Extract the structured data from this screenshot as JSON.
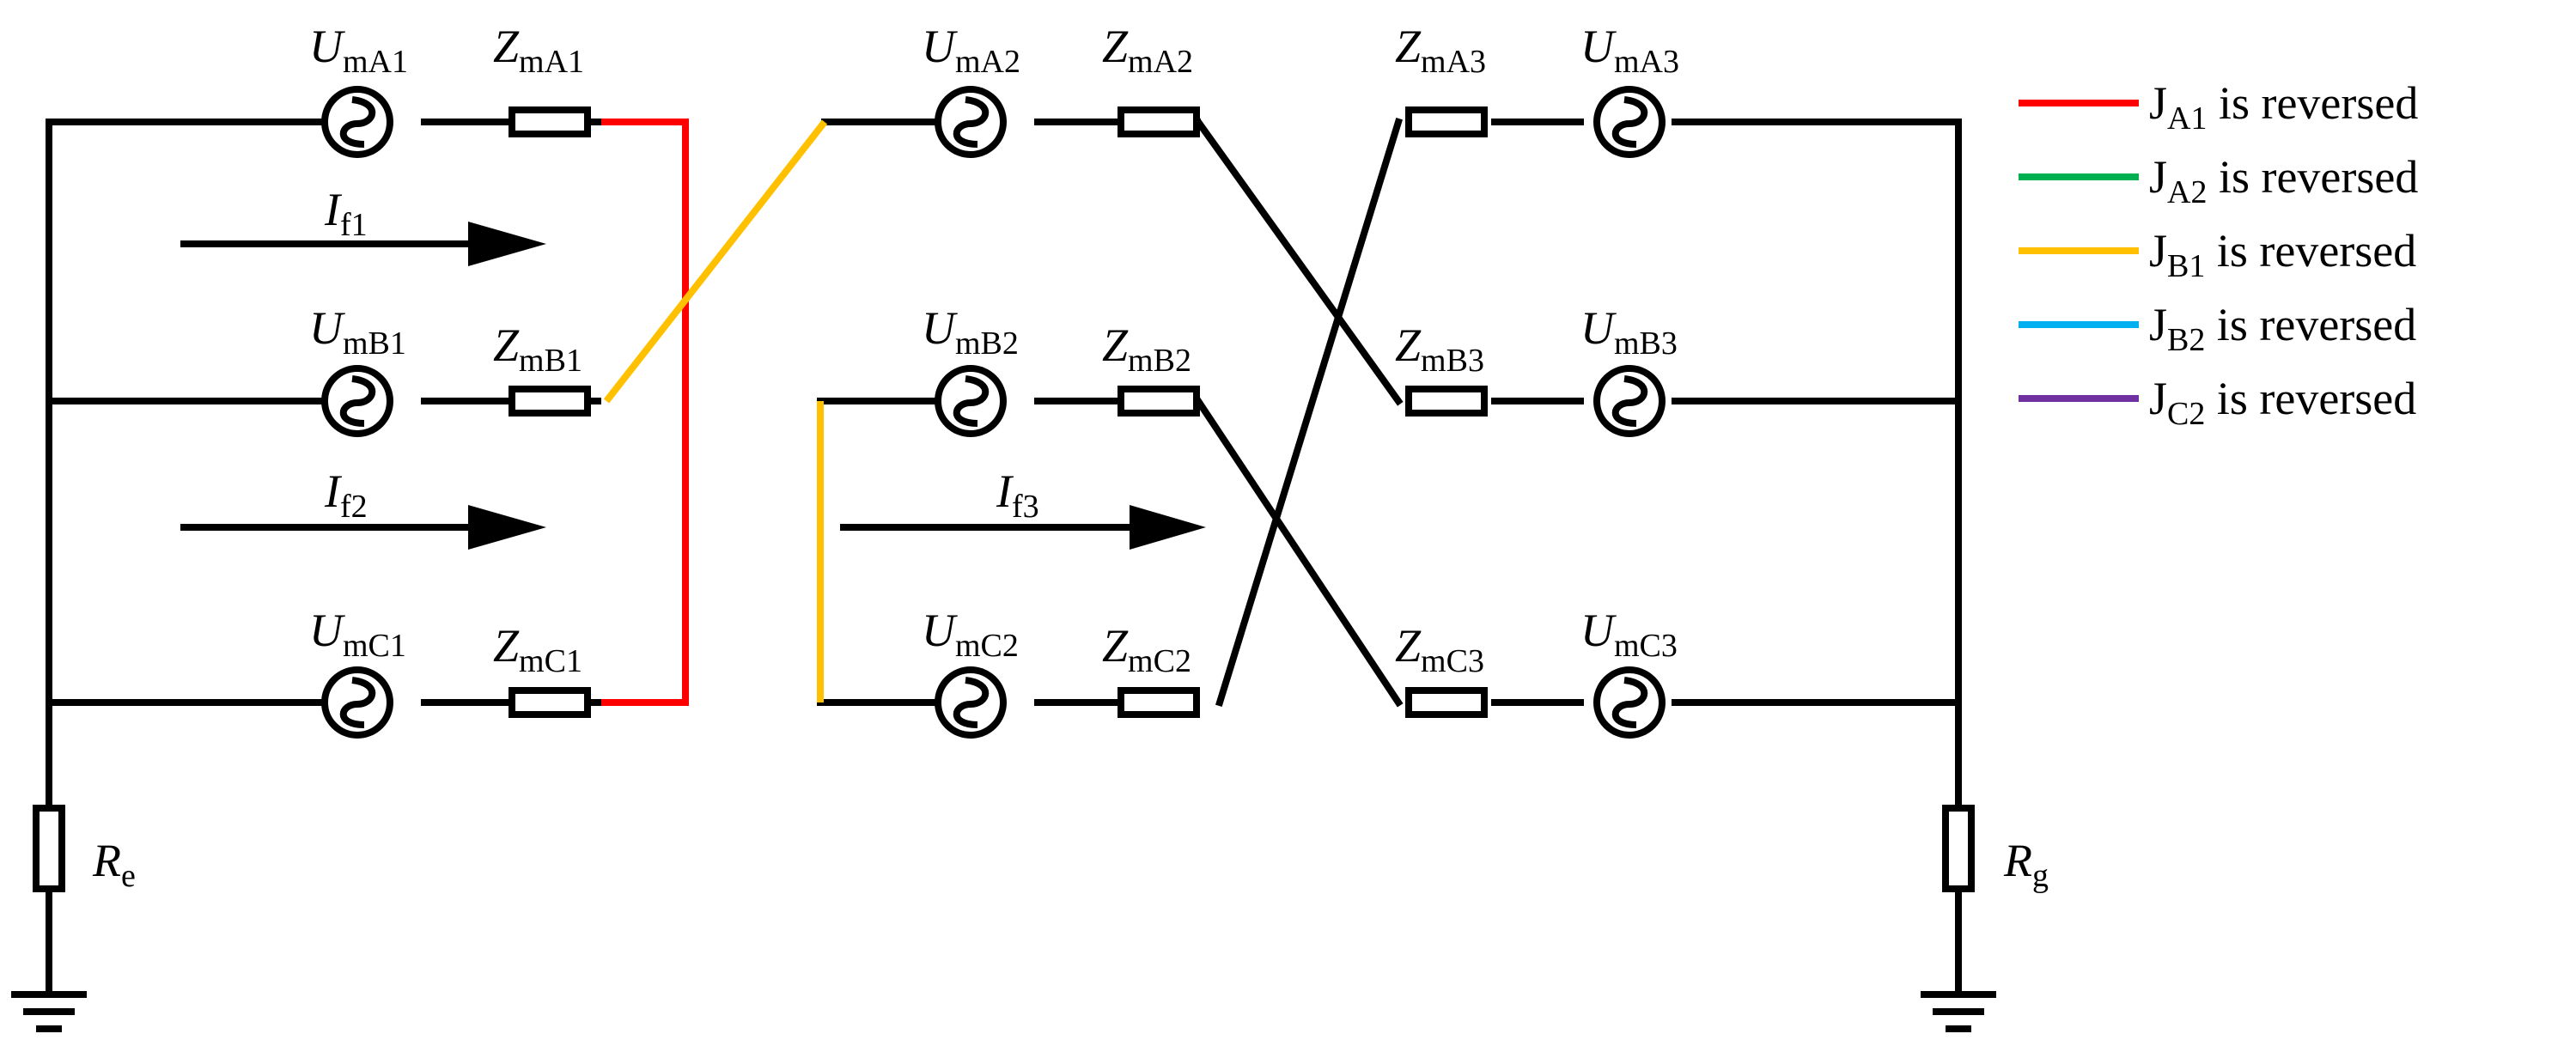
{
  "sources": [
    {
      "id": "UmA1",
      "base": "U",
      "sub": "mA1"
    },
    {
      "id": "UmB1",
      "base": "U",
      "sub": "mB1"
    },
    {
      "id": "UmC1",
      "base": "U",
      "sub": "mC1"
    },
    {
      "id": "UmA2",
      "base": "U",
      "sub": "mA2"
    },
    {
      "id": "UmB2",
      "base": "U",
      "sub": "mB2"
    },
    {
      "id": "UmC2",
      "base": "U",
      "sub": "mC2"
    },
    {
      "id": "UmA3",
      "base": "U",
      "sub": "mA3"
    },
    {
      "id": "UmB3",
      "base": "U",
      "sub": "mB3"
    },
    {
      "id": "UmC3",
      "base": "U",
      "sub": "mC3"
    }
  ],
  "impedances": [
    {
      "id": "ZmA1",
      "base": "Z",
      "sub": "mA1"
    },
    {
      "id": "ZmB1",
      "base": "Z",
      "sub": "mB1"
    },
    {
      "id": "ZmC1",
      "base": "Z",
      "sub": "mC1"
    },
    {
      "id": "ZmA2",
      "base": "Z",
      "sub": "mA2"
    },
    {
      "id": "ZmB2",
      "base": "Z",
      "sub": "mB2"
    },
    {
      "id": "ZmC2",
      "base": "Z",
      "sub": "mC2"
    },
    {
      "id": "ZmA3",
      "base": "Z",
      "sub": "mA3"
    },
    {
      "id": "ZmB3",
      "base": "Z",
      "sub": "mB3"
    },
    {
      "id": "ZmC3",
      "base": "Z",
      "sub": "mC3"
    }
  ],
  "currents": [
    {
      "id": "If1",
      "base": "I",
      "sub": "f1"
    },
    {
      "id": "If2",
      "base": "I",
      "sub": "f2"
    },
    {
      "id": "If3",
      "base": "I",
      "sub": "f3"
    }
  ],
  "resistors": [
    {
      "id": "Re",
      "base": "R",
      "sub": "e"
    },
    {
      "id": "Rg",
      "base": "R",
      "sub": "g"
    }
  ],
  "legend": [
    {
      "base": "J",
      "sub": "A1",
      "rest": " is reversed",
      "color": "#ff0000"
    },
    {
      "base": "J",
      "sub": "A2",
      "rest": " is reversed",
      "color": "#00b050"
    },
    {
      "base": "J",
      "sub": "B1",
      "rest": " is reversed",
      "color": "#ffc000"
    },
    {
      "base": "J",
      "sub": "B2",
      "rest": " is reversed",
      "color": "#00b0f0"
    },
    {
      "base": "J",
      "sub": "C2",
      "rest": " is reversed",
      "color": "#7030a0"
    }
  ],
  "colors": {
    "wire": "#000000",
    "highlight_red": "#ff0000",
    "highlight_yellow": "#ffc000"
  }
}
